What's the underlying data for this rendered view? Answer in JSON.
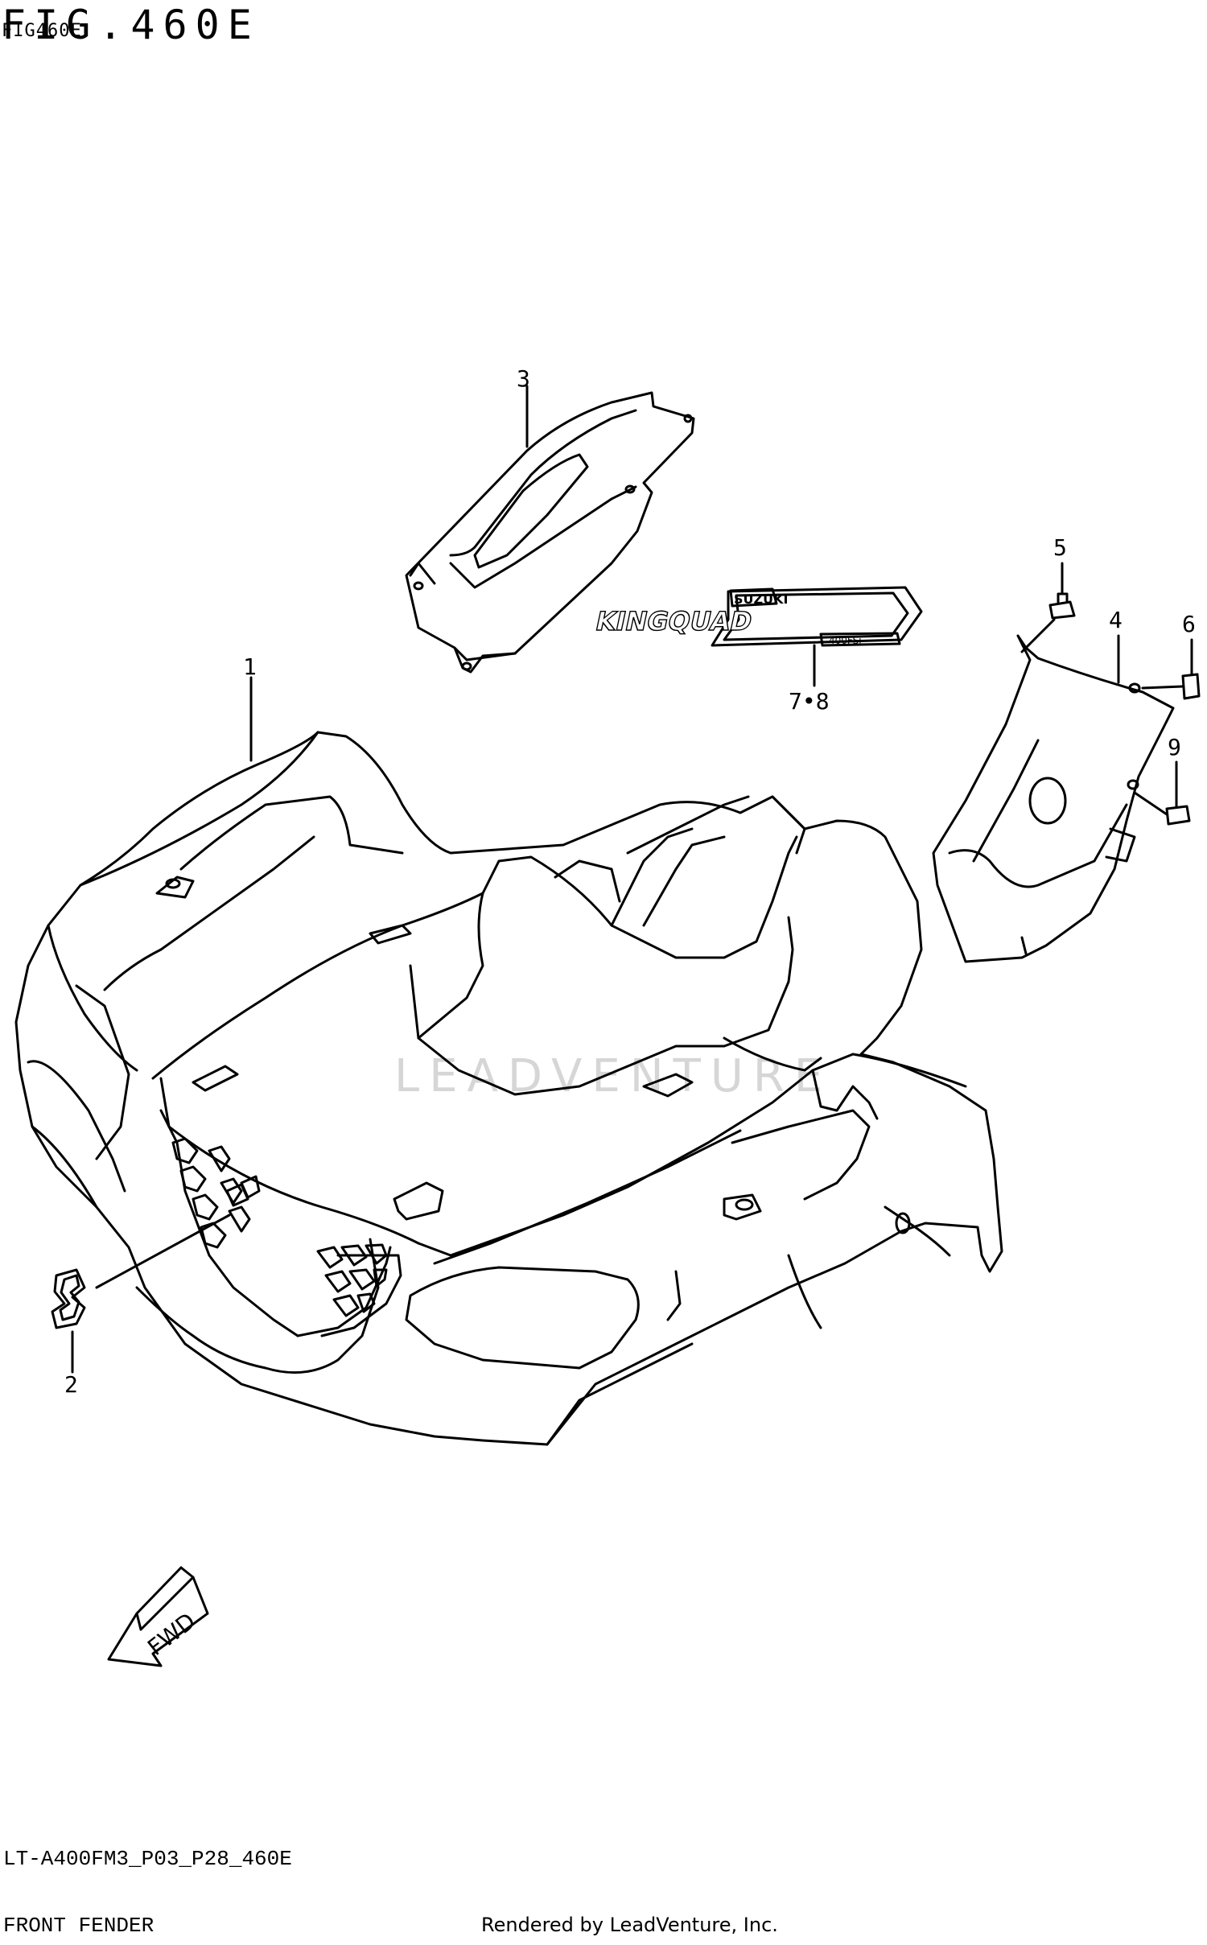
{
  "header": {
    "figure_label_large": "FIG.460E",
    "figure_label_small": "FIG460E"
  },
  "callouts": {
    "c1": "1",
    "c2": "2",
    "c3": "3",
    "c4": "4",
    "c5": "5",
    "c6": "6",
    "c78": "7•8",
    "c9": "9"
  },
  "decal": {
    "brand": "SUZUKI",
    "model": "KINGQUAD",
    "series": "400FSi"
  },
  "fwd_arrow": {
    "label": "FWD"
  },
  "watermark": {
    "text": "LEADVENTURE"
  },
  "footer": {
    "model_code": "LT-A400FM3_P03_P28_460E",
    "title": "FRONT FENDER",
    "credit": "Rendered by LeadVenture, Inc."
  },
  "colors": {
    "line": "#000000",
    "background": "#ffffff",
    "watermark": "#d6d6d6"
  }
}
